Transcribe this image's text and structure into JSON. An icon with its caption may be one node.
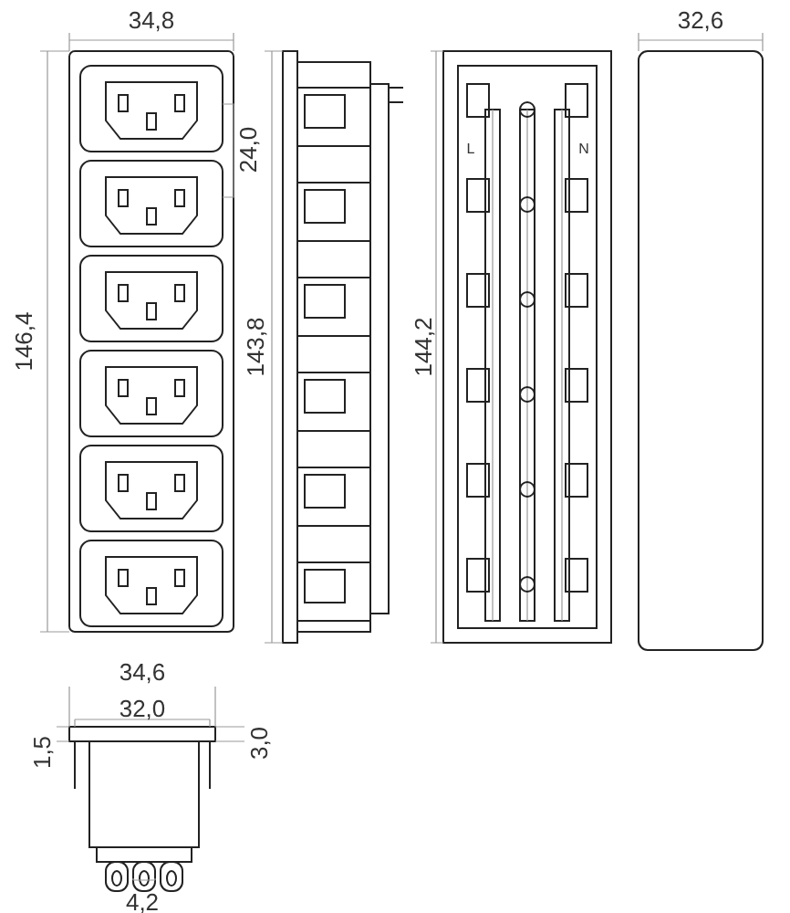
{
  "diagram": {
    "labels": [
      "34,8",
      "32,6",
      "24,0",
      "146,4",
      "143,8",
      "144,2",
      "L",
      "N",
      "34,6",
      "32,0",
      "1,5",
      "3,0",
      "4,2"
    ]
  }
}
